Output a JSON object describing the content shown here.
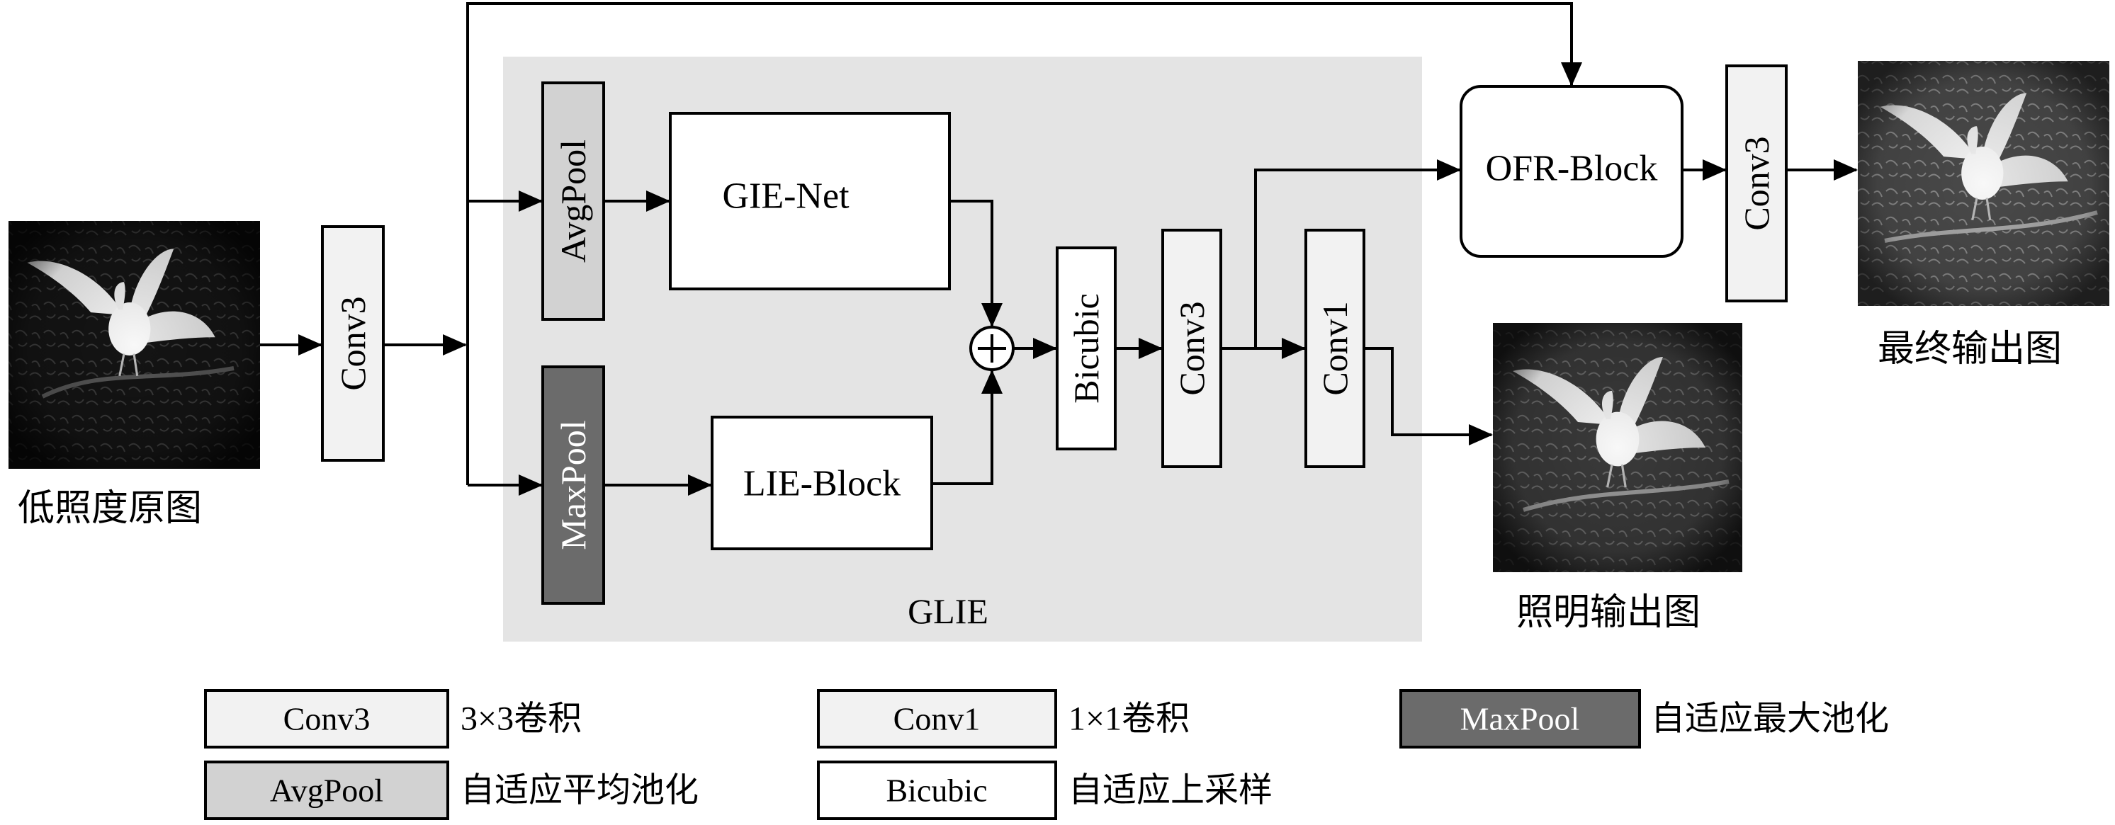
{
  "diagram": {
    "inputs": {
      "low_light_label": "低照度原图"
    },
    "outputs": {
      "illumination_label": "照明输出图",
      "final_label": "最终输出图"
    },
    "glie_label": "GLIE",
    "blocks": {
      "conv3_in": "Conv3",
      "avgpool": "AvgPool",
      "maxpool": "MaxPool",
      "gie_net": "GIE-Net",
      "lie_block": "LIE-Block",
      "bicubic": "Bicubic",
      "conv3_mid": "Conv3",
      "conv1": "Conv1",
      "ofr_block": "OFR-Block",
      "conv3_out": "Conv3"
    },
    "adder_symbol": "+",
    "legend": [
      {
        "label": "Conv3",
        "desc": "3×3卷积",
        "fill": "#f2f2f2",
        "text_color": "#000000"
      },
      {
        "label": "Conv1",
        "desc": "1×1卷积",
        "fill": "#f2f2f2",
        "text_color": "#000000"
      },
      {
        "label": "MaxPool",
        "desc": "自适应最大池化",
        "fill": "#6b6b6b",
        "text_color": "#ffffff"
      },
      {
        "label": "AvgPool",
        "desc": "自适应平均池化",
        "fill": "#d2d2d2",
        "text_color": "#000000"
      },
      {
        "label": "Bicubic",
        "desc": "自适应上采样",
        "fill": "#ffffff",
        "text_color": "#000000"
      }
    ],
    "colors": {
      "glie_background": "#e4e4e4",
      "conv_fill": "#f2f2f2",
      "avgpool_fill": "#d2d2d2",
      "maxpool_fill": "#6b6b6b",
      "line": "#000000"
    }
  }
}
